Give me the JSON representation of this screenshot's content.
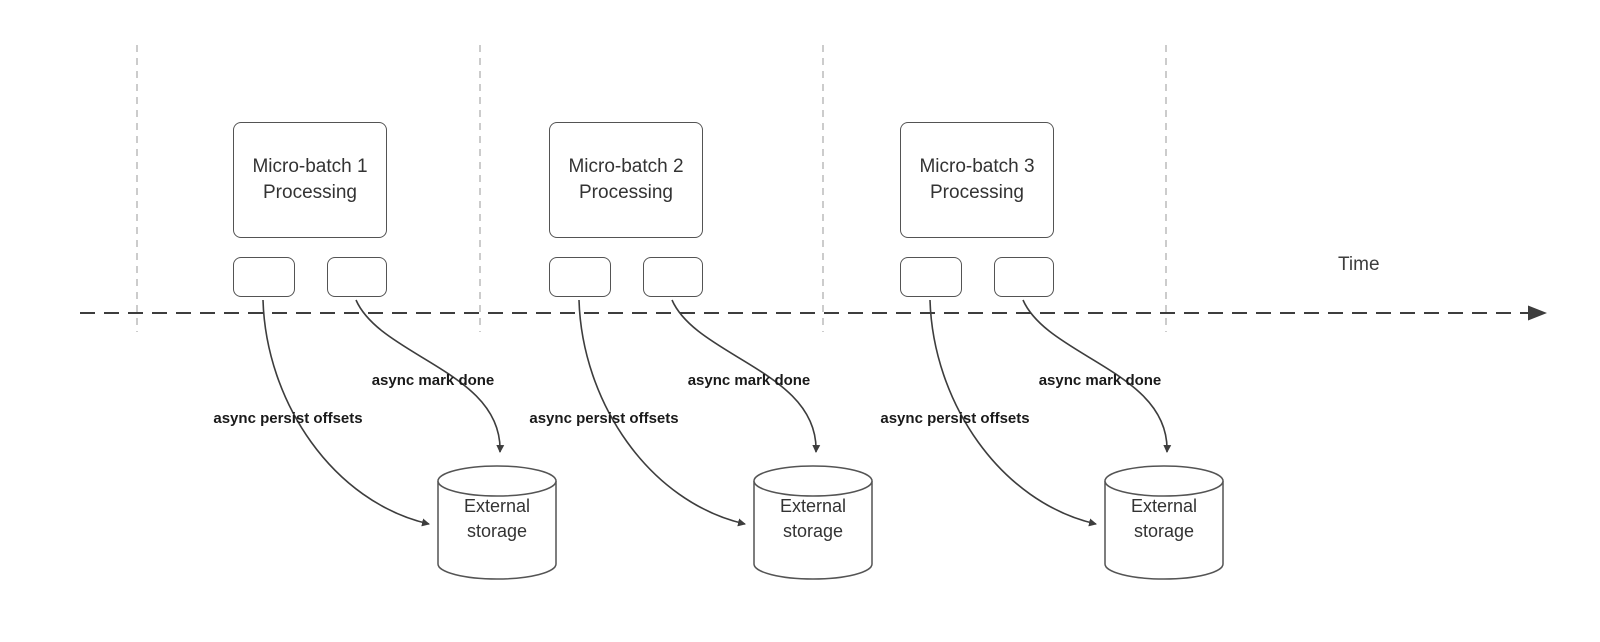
{
  "diagram": {
    "time_label": "Time",
    "batches": [
      {
        "title": "Micro-batch 1 Processing",
        "persist_label": "async persist offsets",
        "done_label": "async mark done",
        "storage_label": "External storage"
      },
      {
        "title": "Micro-batch 2 Processing",
        "persist_label": "async persist offsets",
        "done_label": "async mark done",
        "storage_label": "External storage"
      },
      {
        "title": "Micro-batch 3 Processing",
        "persist_label": "async persist offsets",
        "done_label": "async mark done",
        "storage_label": "External storage"
      }
    ],
    "colors": {
      "line": "#3d3d3d",
      "guide_line": "#bbbbbb",
      "box_border": "#545454",
      "text": "#333333",
      "background": "#ffffff"
    }
  }
}
